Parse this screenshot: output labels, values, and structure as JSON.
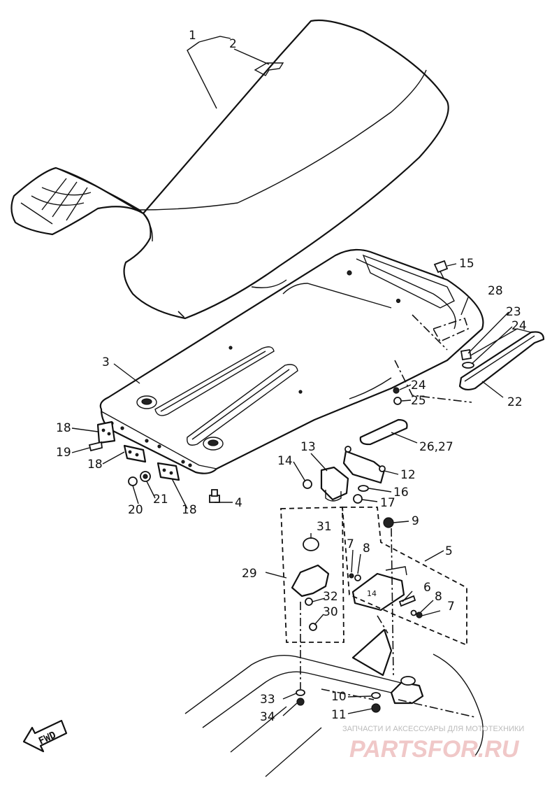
{
  "diagram": {
    "labels": {
      "l1": "1",
      "l2": "2",
      "l3": "3",
      "l4": "4",
      "l5": "5",
      "l6": "6",
      "l7a": "7",
      "l7b": "7",
      "l8a": "8",
      "l8b": "8",
      "l9": "9",
      "l10": "10",
      "l11": "11",
      "l12": "12",
      "l13": "13",
      "l14": "14",
      "l15": "15",
      "l16": "16",
      "l17": "17",
      "l18a": "18",
      "l18b": "18",
      "l18c": "18",
      "l19": "19",
      "l20": "20",
      "l21": "21",
      "l22": "22",
      "l23": "23",
      "l24a": "24",
      "l24b": "24",
      "l25": "25",
      "l2627": "26,27",
      "l28": "28",
      "l29": "29",
      "l30": "30",
      "l31": "31",
      "l32": "32",
      "l33": "33",
      "l34": "34"
    },
    "direction_arrow": "FWD"
  },
  "watermark": {
    "line1": "ЗАПЧАСТИ И АКСЕССУАРЫ ДЛЯ МОТОТЕХНИКИ",
    "line2": "PARTSFOR.RU"
  }
}
